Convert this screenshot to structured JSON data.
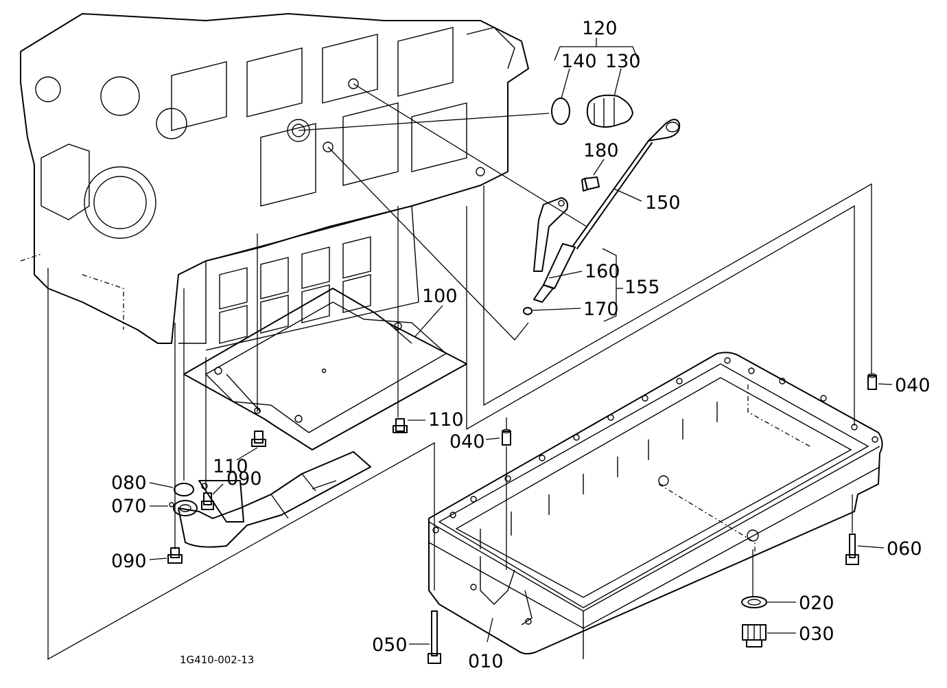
{
  "callouts": {
    "c120": "120",
    "c140": "140",
    "c130": "130",
    "c180": "180",
    "c150": "150",
    "c160": "160",
    "c155": "155",
    "c170": "170",
    "c100": "100",
    "c040a": "040",
    "c040b": "040",
    "c110a": "110",
    "c110b": "110",
    "c080": "080",
    "c090a": "090",
    "c070": "070",
    "c090b": "090",
    "c060": "060",
    "c020": "020",
    "c030": "030",
    "c050": "050",
    "c010": "010"
  },
  "figure_ref": "1G410-002-13"
}
